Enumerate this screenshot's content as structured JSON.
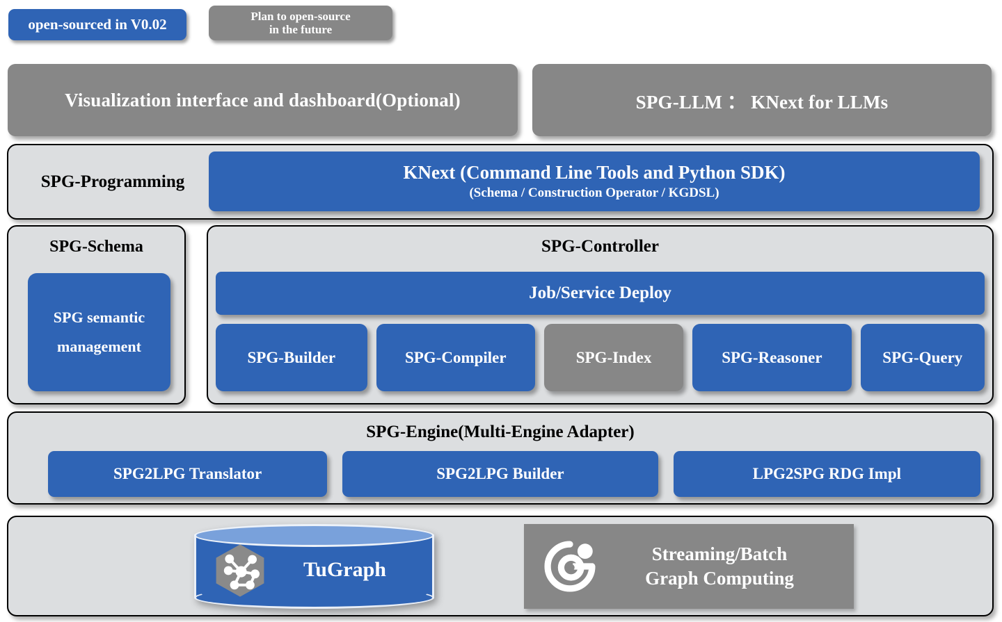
{
  "legend": {
    "items": [
      {
        "label": "open-sourced in V0.02",
        "color": "#2f64b5",
        "state": "open-sourced"
      },
      {
        "label": "Plan to open-source\nin the future",
        "line1": "Plan to open-source",
        "line2": "in the future",
        "color": "#878787",
        "state": "planned"
      }
    ]
  },
  "top_row": {
    "visualization": {
      "label": "Visualization interface and dashboard(Optional)",
      "color": "#878787"
    },
    "spg_llm": {
      "label": "SPG-LLM ：  KNext for LLMs",
      "color": "#878787"
    }
  },
  "programming": {
    "title": "SPG-Programming",
    "knext": {
      "main": "KNext  (Command Line Tools  and Python SDK)",
      "sub": "(Schema / Construction Operator / KGDSL)",
      "color": "#2f64b5"
    }
  },
  "schema": {
    "title": "SPG-Schema",
    "inner": {
      "line1": "SPG semantic",
      "line2": "management",
      "color": "#2f64b5"
    }
  },
  "controller": {
    "title": "SPG-Controller",
    "job_deploy": {
      "label": "Job/Service Deploy",
      "color": "#2f64b5"
    },
    "modules": [
      {
        "label": "SPG-Builder",
        "color": "#2f64b5"
      },
      {
        "label": "SPG-Compiler",
        "color": "#2f64b5"
      },
      {
        "label": "SPG-Index",
        "color": "#878787"
      },
      {
        "label": "SPG-Reasoner",
        "color": "#2f64b5"
      },
      {
        "label": "SPG-Query",
        "color": "#2f64b5"
      }
    ]
  },
  "engine": {
    "title": "SPG-Engine(Multi-Engine Adapter)",
    "modules": [
      {
        "label": "SPG2LPG Translator",
        "color": "#2f64b5"
      },
      {
        "label": "SPG2LPG Builder",
        "color": "#2f64b5"
      },
      {
        "label": "LPG2SPG RDG Impl",
        "color": "#2f64b5"
      }
    ]
  },
  "storage": {
    "tugraph": {
      "label": "TuGraph",
      "color": "#2f64b5",
      "icon": "graph-hexagon-icon"
    },
    "streaming": {
      "line1": "Streaming/Batch",
      "line2": "Graph Computing",
      "color": "#878787",
      "icon": "geaflow-g-icon"
    }
  },
  "colors": {
    "blue": "#2f64b5",
    "gray": "#878787",
    "container_bg": "#dcdee0",
    "border": "#000000",
    "text_light": "#ffffff",
    "text_dark": "#000000"
  }
}
